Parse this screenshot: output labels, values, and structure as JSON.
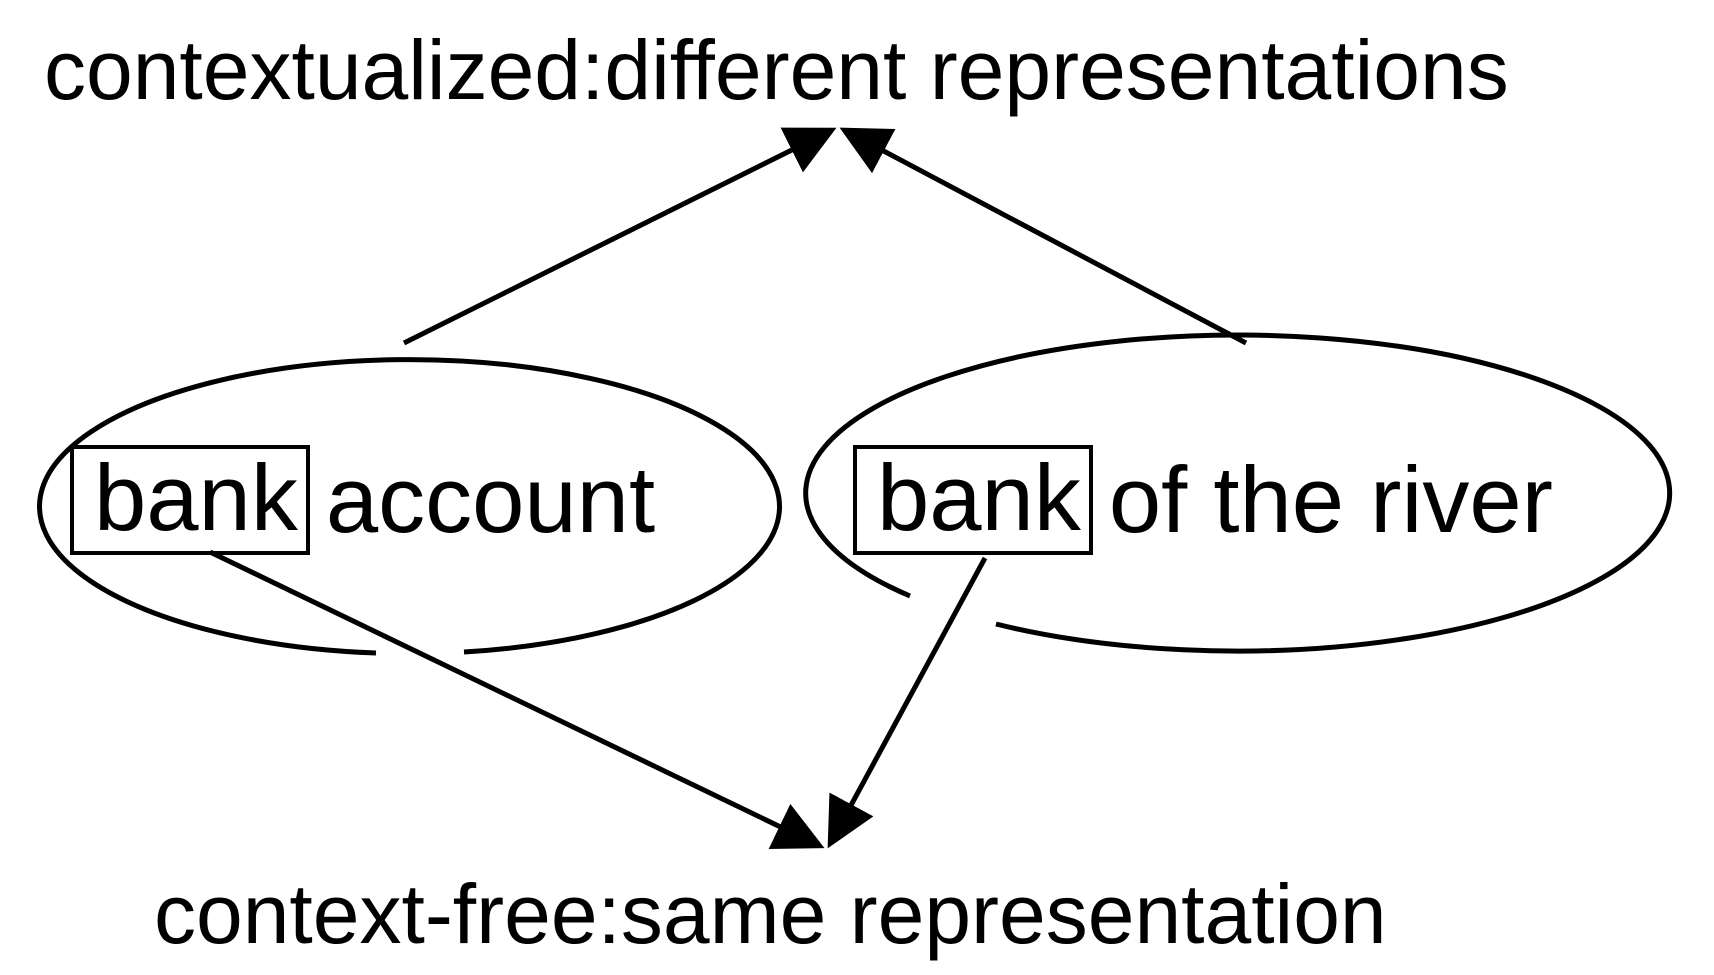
{
  "captions": {
    "top": "contextualized:different representations",
    "bottom": "context-free:same representation"
  },
  "phrases": {
    "left": {
      "target": "bank",
      "rest": "account"
    },
    "right": {
      "target": "bank",
      "rest": "of the river"
    }
  },
  "colors": {
    "stroke": "#000000",
    "background": "#ffffff"
  }
}
